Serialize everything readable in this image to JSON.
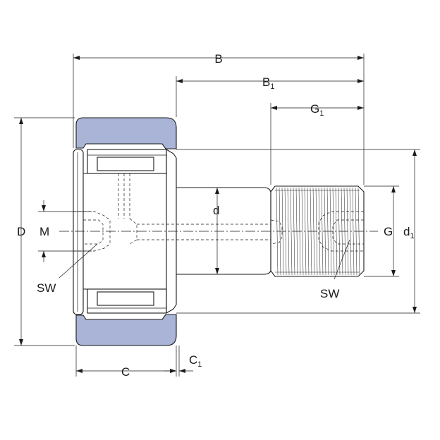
{
  "colors": {
    "outer_ring": "#a9b4d6",
    "line": "#1a1a1a",
    "background": "#ffffff"
  },
  "labels": {
    "B": "B",
    "B1_main": "B",
    "B1_sub": "1",
    "G1_main": "G",
    "G1_sub": "1",
    "D": "D",
    "M": "M",
    "d": "d",
    "G": "G",
    "d1_main": "d",
    "d1_sub": "1",
    "SW_left": "SW",
    "SW_right": "SW",
    "C": "C",
    "C1_main": "C",
    "C1_sub": "1"
  }
}
